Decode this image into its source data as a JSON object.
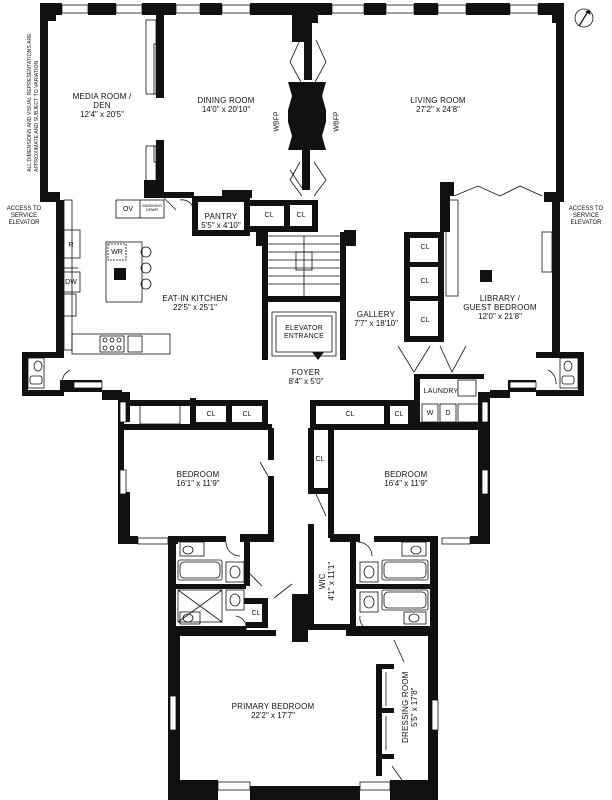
{
  "disclaimer": {
    "line1": "ALL DIMENSIONS AND VISUAL REPRESENTATIONS ARE",
    "line2": "APPROXIMATE AND SUBJECT TO VARIATION"
  },
  "service_left": {
    "l1": "ACCESS TO",
    "l2": "SERVICE",
    "l3": "ELEVATOR"
  },
  "service_right": {
    "l1": "ACCESS TO",
    "l2": "SERVICE",
    "l3": "ELEVATOR"
  },
  "rooms": {
    "media": {
      "name1": "MEDIA ROOM /",
      "name2": "DEN",
      "dims": "12'4\" x 20'5\""
    },
    "dining": {
      "name": "DINING ROOM",
      "dims": "14'0\" x 20'10\""
    },
    "living": {
      "name": "LIVING ROOM",
      "dims": "27'2\" x 24'8\""
    },
    "pantry": {
      "name": "PANTRY",
      "dims": "5'5\" x 4'10\""
    },
    "kitchen": {
      "name": "EAT-IN KITCHEN",
      "dims": "22'5\" x 25'1\""
    },
    "gallery": {
      "name": "GALLERY",
      "dims": "7'7\" x 18'10\""
    },
    "library": {
      "name1": "LIBRARY /",
      "name2": "GUEST BEDROOM",
      "dims": "12'0\" x 21'8\""
    },
    "elevator": {
      "l1": "ELEVATOR",
      "l2": "ENTRANCE"
    },
    "foyer": {
      "name": "FOYER",
      "dims": "8'4\" x 5'0\""
    },
    "laundry": {
      "name": "LAUNDRY"
    },
    "bed_left": {
      "name": "BEDROOM",
      "dims": "16'1\" x 11'9\""
    },
    "bed_right": {
      "name": "BEDROOM",
      "dims": "16'4\" x 11'9\""
    },
    "wic": {
      "name": "WIC",
      "dims": "4'1\" x 11'1\""
    },
    "primary": {
      "name": "PRIMARY BEDROOM",
      "dims": "22'2\" x 17'7\""
    },
    "dressing": {
      "name": "DRESSING ROOM",
      "dims": "5'5\" x 17'8\""
    }
  },
  "tags": {
    "cl": "CL",
    "wbfp": "WBFP",
    "ov": "OV",
    "warming_drwr": "WARMING DRWR",
    "wr": "WR",
    "r": "R",
    "dw": "DW",
    "w": "W",
    "d": "D"
  }
}
